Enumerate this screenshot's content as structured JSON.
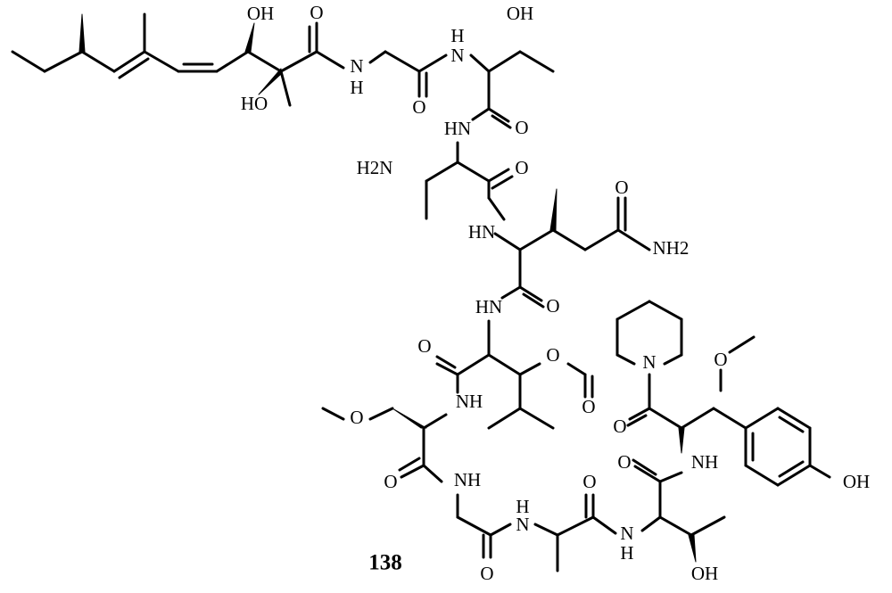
{
  "compound": {
    "number": "138"
  },
  "atom_labels": {
    "oh": "OH",
    "ho": "HO",
    "o": "O",
    "n": "N",
    "nh": "NH",
    "hn": "HN",
    "h": "H",
    "h2n": "H2N",
    "nh2": "NH2"
  },
  "colors": {
    "ink": "#000000",
    "background": "#ffffff"
  }
}
